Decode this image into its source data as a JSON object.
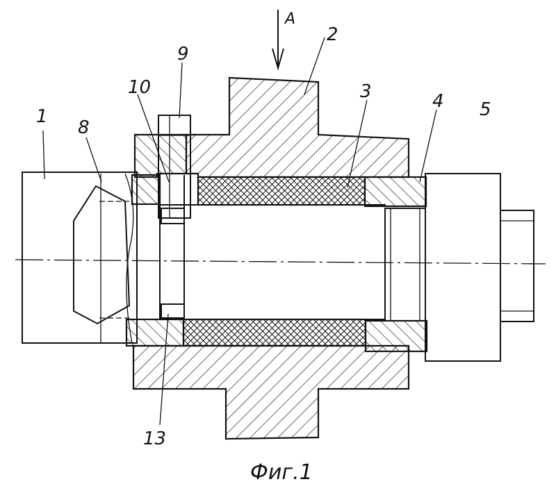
{
  "figure": {
    "caption": "Фиг.1",
    "view_arrow_label": "A",
    "part_labels": {
      "p1": "1",
      "p2": "2",
      "p3": "3",
      "p4": "4",
      "p5": "5",
      "p8": "8",
      "p9": "9",
      "p10": "10",
      "p13": "13"
    }
  },
  "colors": {
    "ink": "#111111",
    "paper": "#ffffff"
  }
}
